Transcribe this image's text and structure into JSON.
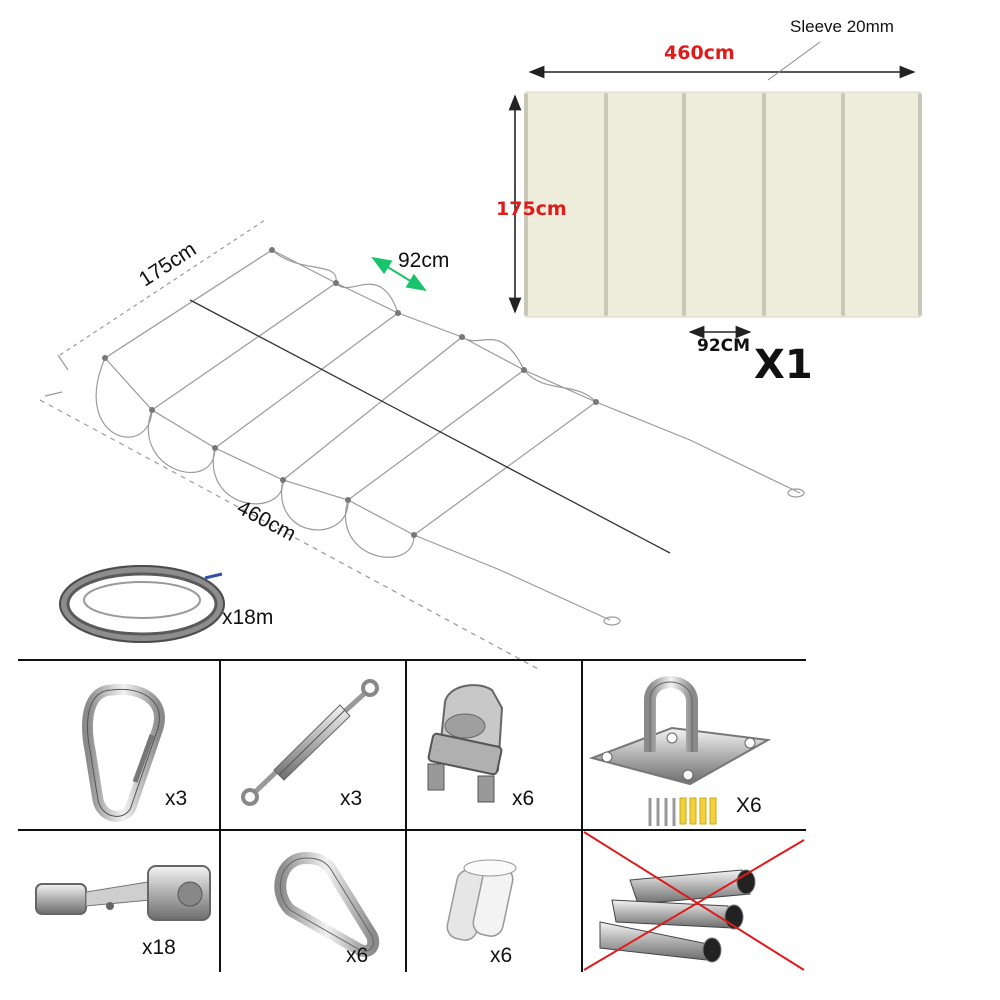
{
  "panel": {
    "sleeve_note": "Sleeve 20mm",
    "width_label": "460cm",
    "height_label": "175cm",
    "segment_label": "92CM",
    "quantity": "X1"
  },
  "frame_drawing": {
    "depth_label": "175cm",
    "segment_label": "92cm",
    "length_label": "460cm"
  },
  "wire_rope": {
    "quantity": "x18m"
  },
  "accessories": [
    {
      "item": "carabiner-icon",
      "quantity": "x3"
    },
    {
      "item": "turnbuckle-icon",
      "quantity": "x3"
    },
    {
      "item": "wire-rope-clip-icon",
      "quantity": "x6"
    },
    {
      "item": "pad-eye-plate-icon",
      "quantity": "X6"
    },
    {
      "item": "sliding-clip-icon",
      "quantity": "x18"
    },
    {
      "item": "thimble-icon",
      "quantity": "x6"
    },
    {
      "item": "ferrule-icon",
      "quantity": "x6"
    },
    {
      "item": "steel-tubes-icon",
      "quantity": "",
      "excluded": true
    }
  ],
  "colors": {
    "dimension_red": "#e01b1b",
    "canvas_beige": "#eeecdb",
    "excluded_cross": "#e01b1b"
  }
}
